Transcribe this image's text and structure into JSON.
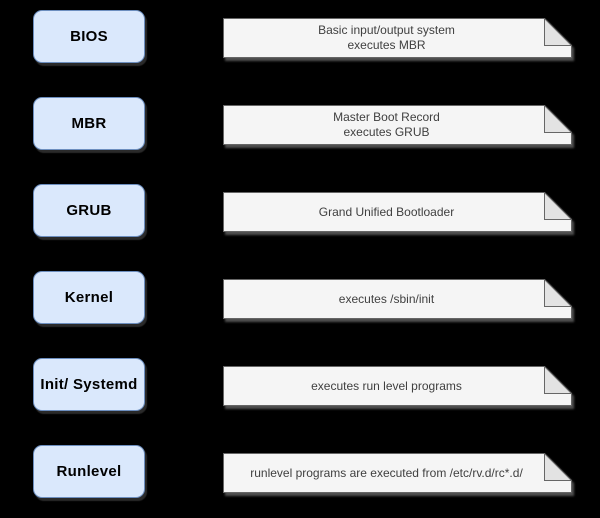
{
  "colors": {
    "background": "#000000",
    "stage_fill": "#dae8fc",
    "stage_border": "#6c8ebf",
    "stage_text": "#000000",
    "note_fill": "#f5f5f5",
    "note_fold_fill": "#e3e3e3",
    "note_border": "#666666",
    "note_text": "#404040"
  },
  "icons": [
    {
      "name": "note-folded-corner",
      "meaning": "document/note shape with folded top-right corner"
    }
  ],
  "stages": [
    {
      "label": "BIOS",
      "note_lines": [
        "Basic input/output system",
        "executes MBR"
      ]
    },
    {
      "label": "MBR",
      "note_lines": [
        "Master Boot Record",
        "executes GRUB"
      ]
    },
    {
      "label": "GRUB",
      "note_lines": [
        "Grand Unified Bootloader"
      ]
    },
    {
      "label": "Kernel",
      "note_lines": [
        "executes /sbin/init"
      ]
    },
    {
      "label": "Init/ Systemd",
      "note_lines": [
        "executes run level programs"
      ]
    },
    {
      "label": "Runlevel",
      "note_lines": [
        "runlevel programs are executed from /etc/rv.d/rc*.d/"
      ]
    }
  ]
}
